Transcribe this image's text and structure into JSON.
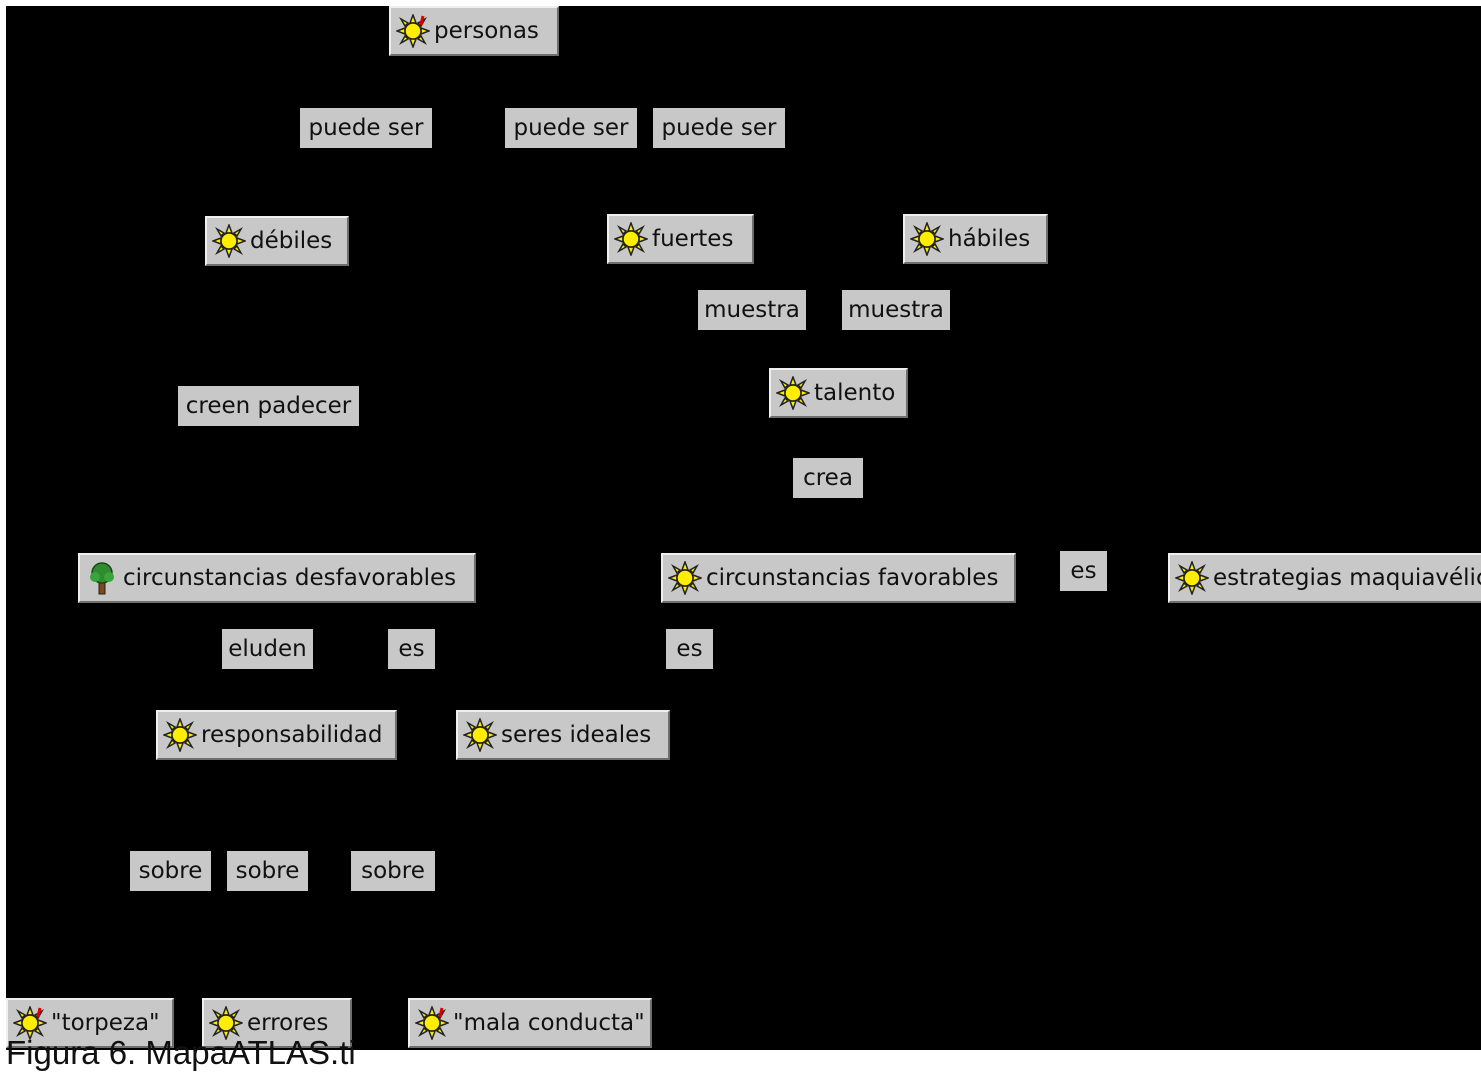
{
  "colors": {
    "background": "#000000",
    "node": "#c8c8c8",
    "sun": "#ffee00",
    "tree": "#2e8b2e"
  },
  "top_text": "",
  "caption": "Figura 6. MapaATLAS.ti",
  "nodes": {
    "personas": {
      "label": "personas",
      "icon": "sun-icon-marked"
    },
    "debiles": {
      "label": "débiles",
      "icon": "sun-icon"
    },
    "fuertes": {
      "label": "fuertes",
      "icon": "sun-icon"
    },
    "habiles": {
      "label": "hábiles",
      "icon": "sun-icon"
    },
    "talento": {
      "label": "talento",
      "icon": "sun-icon"
    },
    "circ_desfavorables": {
      "label": "circunstancias desfavorables",
      "icon": "tree-icon"
    },
    "circ_favorables": {
      "label": "circunstancias favorables",
      "icon": "sun-icon"
    },
    "estrategias": {
      "label": "estrategias maquiavélicas",
      "icon": "sun-icon"
    },
    "responsabilidad": {
      "label": "responsabilidad",
      "icon": "sun-icon"
    },
    "seres_ideales": {
      "label": "seres ideales",
      "icon": "sun-icon"
    },
    "torpeza": {
      "label": "\"torpeza\"",
      "icon": "sun-icon-marked"
    },
    "errores": {
      "label": "errores",
      "icon": "sun-icon"
    },
    "mala_conducta": {
      "label": "\"mala conducta\"",
      "icon": "sun-icon-marked"
    }
  },
  "links": {
    "puede_ser_1": "puede ser",
    "puede_ser_2": "puede ser",
    "puede_ser_3": "puede ser",
    "muestra_1": "muestra",
    "muestra_2": "muestra",
    "creen_padecer": "creen padecer",
    "crea": "crea",
    "es_1": "es",
    "eluden": "eluden",
    "es_2": "es",
    "es_3": "es",
    "sobre_1": "sobre",
    "sobre_2": "sobre",
    "sobre_3": "sobre"
  }
}
